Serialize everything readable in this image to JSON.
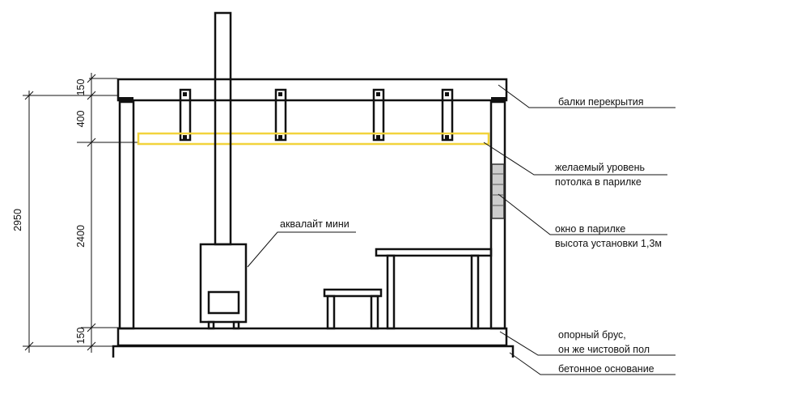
{
  "dimensions": {
    "total": "2950",
    "beam": "150",
    "gap": "400",
    "height": "2400",
    "floor": "150"
  },
  "labels": {
    "beams": "балки перекрытия",
    "ceiling_line1": "желаемый уровень",
    "ceiling_line2": "потолка в парилке",
    "window_line1": "окно в парилке",
    "window_line2": "высота установки 1,3м",
    "support_line1": "опорный брус,",
    "support_line2": "он же чистовой пол",
    "foundation": "бетонное основание",
    "stove": "аквалайт мини"
  },
  "colors": {
    "ceiling_level": "#f2d33c",
    "lines": "#111111",
    "window": "#cccccc"
  }
}
